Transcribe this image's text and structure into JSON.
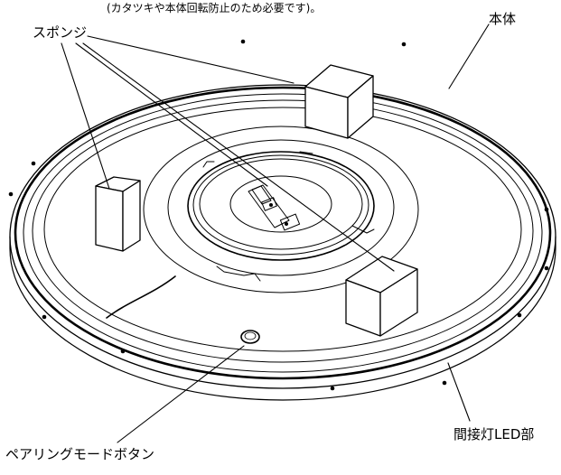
{
  "labels": {
    "note": "(カタツキや本体回転防止のため必要です)。",
    "body": "本体",
    "sponge": "スポンジ",
    "indirect_led": "間接灯LED部",
    "pairing_button": "ペアリングモードボタン"
  }
}
